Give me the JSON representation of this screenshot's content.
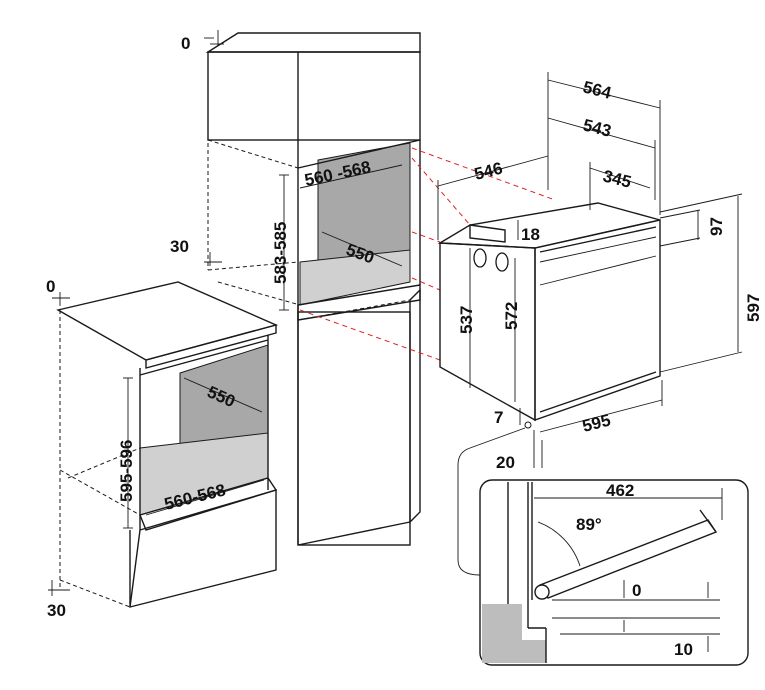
{
  "labels": {
    "tall_top_zero": "0",
    "tall_gap_30": "30",
    "tall_niche_width": "560 -568",
    "tall_niche_height": "583-585",
    "tall_niche_depth": "550",
    "base_top_zero": "0",
    "base_bottom_30": "30",
    "base_niche_depth": "550",
    "base_niche_height": "595-596",
    "base_niche_width": "560-568",
    "oven_depth_total": "564",
    "oven_depth_body": "543",
    "oven_side_depth": "546",
    "oven_top_345": "345",
    "oven_top_18": "18",
    "oven_top_97": "97",
    "oven_side_height": "537",
    "oven_body_height": "572",
    "oven_front_height": "597",
    "oven_front_width": "595",
    "oven_bottom_7": "7",
    "oven_bottom_20": "20",
    "detail_462": "462",
    "detail_angle": "89°",
    "detail_zero": "0",
    "detail_10": "10"
  },
  "colors": {
    "line": "#1a1a1a",
    "guide_dashes": "#e02020",
    "niche_back": "#a8a8a8",
    "niche_floor": "#d0d0d0",
    "wall_fill": "#bdbdbd"
  }
}
